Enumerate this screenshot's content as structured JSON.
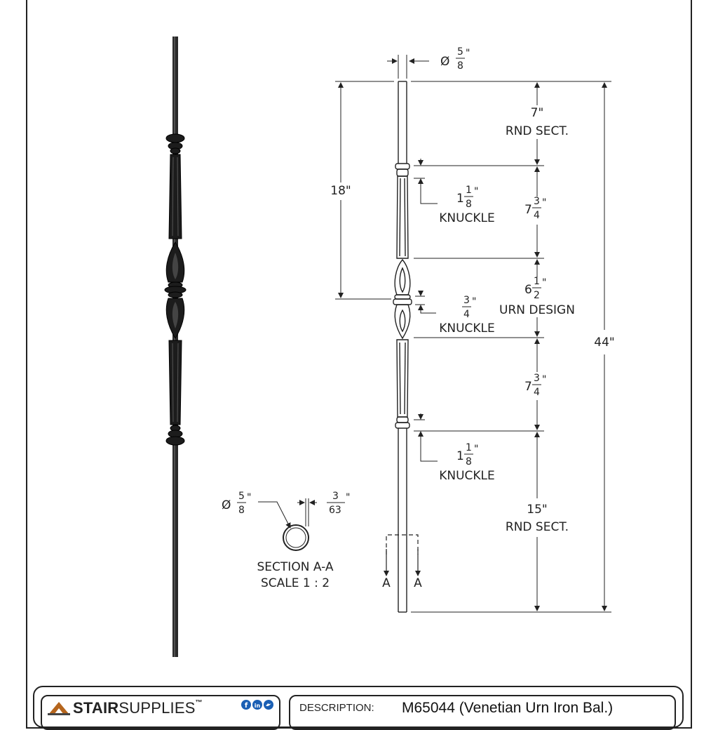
{
  "drawing": {
    "diameter_top": "Ø",
    "diameter_top_num": "5",
    "diameter_top_den": "8",
    "inch": "\"",
    "rnd_top_len": "7\"",
    "rnd_top_label": "RND SECT.",
    "overall_upper": "18\"",
    "knuckle1_whole": "1",
    "knuckle1_num": "1",
    "knuckle1_den": "8",
    "knuckle1_label": "KNUCKLE",
    "sect_upper_whole": "7",
    "sect_upper_num": "3",
    "sect_upper_den": "4",
    "urn_whole": "6",
    "urn_num": "1",
    "urn_den": "2",
    "urn_label": "URN DESIGN",
    "knuckle2_num": "3",
    "knuckle2_den": "4",
    "knuckle2_label": "KNUCKLE",
    "overall": "44\"",
    "sect_lower_whole": "7",
    "sect_lower_num": "3",
    "sect_lower_den": "4",
    "knuckle3_whole": "1",
    "knuckle3_num": "1",
    "knuckle3_den": "8",
    "knuckle3_label": "KNUCKLE",
    "rnd_bottom_len": "15\"",
    "rnd_bottom_label": "RND SECT.",
    "section_marker": "A",
    "section_dia_num": "5",
    "section_dia_den": "8",
    "wall_num": "3",
    "wall_den": "63",
    "section_title": "SECTION A-A",
    "section_scale": "SCALE 1 : 2"
  },
  "title_block": {
    "brand_bold": "STAIR",
    "brand_regular": "SUPPLIES",
    "trademark": "™",
    "social_icons": [
      "facebook-icon",
      "linkedin-icon",
      "twitter-icon"
    ],
    "description_label": "DESCRIPTION:",
    "description_value": "M65044 (Venetian Urn Iron Bal.)"
  },
  "colors": {
    "line": "#222222",
    "baluster": "#1a1a1a",
    "logo_accent": "#b5651d",
    "social": "#1a5fb4"
  }
}
